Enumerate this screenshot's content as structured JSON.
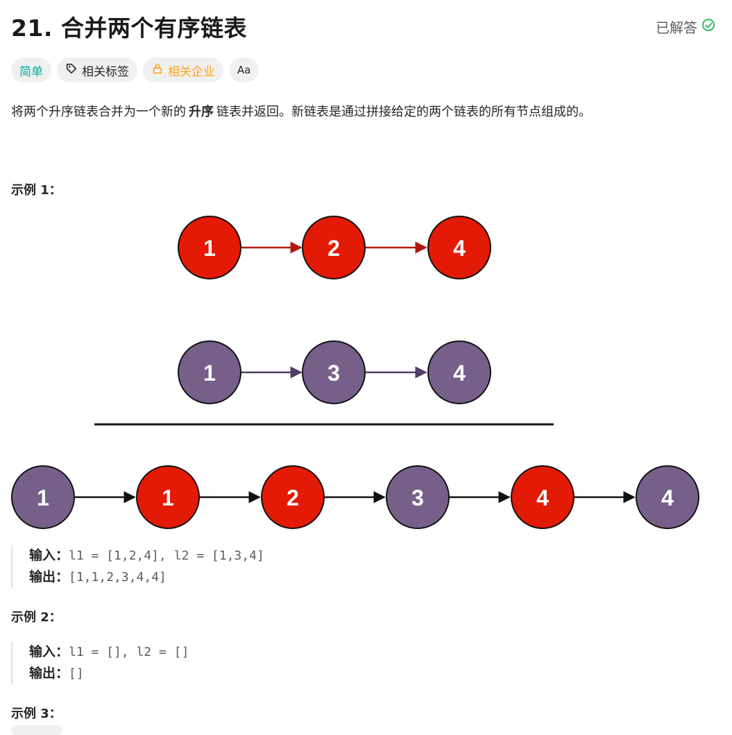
{
  "problem": {
    "title": "21. 合并两个有序链表",
    "status": "已解答",
    "description_before": "将两个升序链表合并为一个新的",
    "description_bold": "升序",
    "description_after": "链表并返回。新链表是通过拼接给定的两个链表的所有节点组成的。"
  },
  "tags": {
    "difficulty": "简单",
    "related_tags": "相关标签",
    "related_companies": "相关企业",
    "font_icon_label": "Aa"
  },
  "examples": [
    {
      "heading": "示例 1：",
      "input_label": "输入：",
      "input_value": "l1 = [1,2,4], l2 = [1,3,4]",
      "output_label": "输出：",
      "output_value": "[1,1,2,3,4,4]"
    },
    {
      "heading": "示例 2：",
      "input_label": "输入：",
      "input_value": "l1 = [], l2 = []",
      "output_label": "输出：",
      "output_value": "[]"
    },
    {
      "heading": "示例 3："
    }
  ],
  "diagram": {
    "list1": [
      "1",
      "2",
      "4"
    ],
    "list2": [
      "1",
      "3",
      "4"
    ],
    "merged": [
      {
        "label": "1",
        "color": "purple"
      },
      {
        "label": "1",
        "color": "red"
      },
      {
        "label": "2",
        "color": "red"
      },
      {
        "label": "3",
        "color": "purple"
      },
      {
        "label": "4",
        "color": "red"
      },
      {
        "label": "4",
        "color": "purple"
      }
    ]
  },
  "colors": {
    "red_node": "#e31a05",
    "purple_node": "#76608a",
    "easy": "#00af9b",
    "company": "#ffa116",
    "solved_check": "#2cbb5d"
  }
}
